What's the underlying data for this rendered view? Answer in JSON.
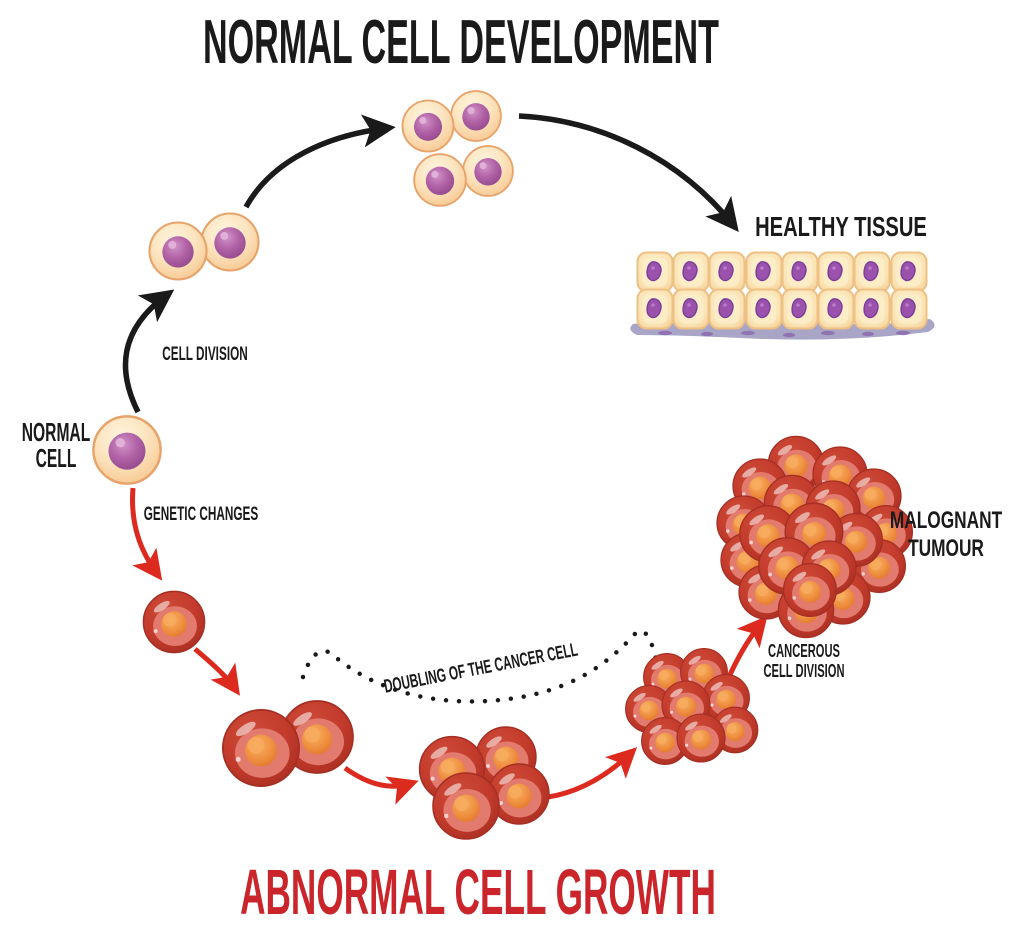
{
  "diagram": {
    "top_title": "NORMAL CELL DEVELOPMENT",
    "bottom_title": "ABNORMAL CELL GROWTH",
    "labels": {
      "normal_cell_line1": "NORMAL",
      "normal_cell_line2": "CELL",
      "cell_division": "CELL DIVISION",
      "genetic_changes": "GENETIC CHANGES",
      "healthy_tissue": "HEALTHY TISSUE",
      "doubling_cancer_cell": "DOUBLING OF THE CANCER CELL",
      "cancerous_division_line1": "CANCEROUS",
      "cancerous_division_line2": "CELL DIVISION",
      "tumour_line1": "MALOGNANT",
      "tumour_line2": "TUMOUR"
    },
    "colors": {
      "title-ink": "#1A1A1A",
      "abnormal-red": "#C9252B",
      "arrow-red": "#DD2A1E",
      "arrow-black": "#1A1A1A",
      "normal-cell-body": "#FCE4BF",
      "normal-cell-edge": "#E8A36B",
      "normal-nucleus": "#B263A6",
      "tissue-cell-body": "#FAE3B3",
      "tissue-cell-edge": "#F1C78D",
      "tissue-nucleus": "#9A52AC",
      "membrane": "#A8A5C6",
      "cancer-cell-body": "#C23A2B",
      "cancer-cell-inner": "#E27A6E",
      "cancer-nucleus": "#EF9040"
    }
  }
}
